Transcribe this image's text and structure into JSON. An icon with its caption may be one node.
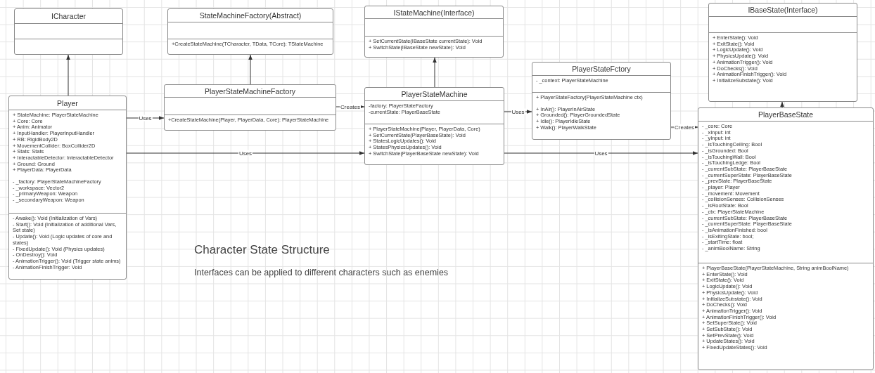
{
  "diagram": {
    "nodes": [
      {
        "text": [
          "ICharacter"
        ]
      },
      {
        "text": [
          "StateMachineFactory(Abstract)",
          "+CreateStateMachine(TCharacter, TData, TCore): TStateMachine"
        ]
      },
      {
        "text": [
          "IStateMachine(Interface)",
          "+ SetCurrentState(IBaseState currentState): Void",
          "+ SwitchState(IBaseState newState): Void"
        ]
      },
      {
        "text": [
          "IBaseState(Interface)",
          "+ EnterState(): Void",
          "+ ExitState(): Void",
          "+ LogicUpdate(): Void",
          "+ PhysicsUpdate(): Void",
          "+ AnimationTrigger(): Void",
          "+ DoChecks(): Void",
          "+ AnimationFinishTrigger(): Void",
          "+ InitializeSubstate(): Void"
        ]
      },
      {
        "text": [
          "Player",
          "+ StateMachine: PlayerStateMachine",
          "+ Core: Core",
          "+ Anim: Animator",
          "+ InputHandler: PlayerInputHandler",
          "+ RB: RigidBody2D",
          "+ MovementCollider: BoxCollider2D",
          "+ Stats: Stats",
          "+ InteractableDetector: InteractableDetector",
          "+ Ground: Ground",
          "+ PlayerData: PlayerData",
          "- _factory: PlayerStateMachineFactory",
          "- _workspace: Vector2",
          "- _primaryWeapon: Weapon",
          "- _secondaryWeapon: Weapon",
          "- Awake(): Void (Initialization of Vars)",
          "- Start(): Void (Initialization of additional Vars, Set state)",
          "- Update(): Void (Logic updates of core and states)",
          "- FixedUpdate(): Void (Physics updates)",
          "- OnDestroy(): Void",
          "- AnimationTrigger(): Void (Trigger state anims)",
          "- AnimationFinishTrigger: Void"
        ]
      },
      {
        "text": [
          "PlayerStateMachineFactory",
          "+CreateStateMachine(Player, PlayerData, Core): PlayerStateMachine"
        ]
      },
      {
        "text": [
          "PlayerStateMachine",
          "-factory: PlayerStateFactory",
          "-currentState: PlayerBaseState",
          "+ PlayerStateMachine(Player, PlayerData, Core)",
          "+ SetCurrentState(PlayerBaseState): Void",
          "+ StatesLogicUpdates(): Void",
          "+ StatesPhysicsUpdates(): Void",
          "+ SwitchState(PlayerBaseState newState): Void"
        ]
      },
      {
        "text": [
          "PlayerStateFctory",
          "- _context: PlayerStateMachine",
          "+ PlayerStateFactory(PlayerStateMachine ctx)",
          "+ InAir(): PlayerInAirState",
          "+ Grounded(): PlayerGroundedState",
          "+ Idle(): PlayerIdleState",
          "+ Walk(): PlayerWalkState"
        ]
      },
      {
        "text": [
          "PlayerBaseState",
          "- _core: Core",
          "- _xInput: int",
          "- _yInput: int",
          "- _isTouchingCeiling: Bool",
          "- _isGrounded: Bool",
          "- _isTouchingWall: Bool",
          "- _isTouchingLedge: Bool",
          "- _currentSubState: PlayerBaseState",
          "- _currentSuperState: PlayerBaseState",
          "- _prevState: PlayerBaseState",
          "- _player: Player",
          "- _movement: Movement",
          "- _collisionSenses: CollisionSenses",
          "- _isRootState: Bool",
          "- _ctx: PlayerStateMachine",
          "- _currentSubState: PlayerBaseState",
          "- _currentSuperState: PlayerBaseState",
          "- _isAnimationFinished: bool",
          "- _isExitingState: bool;",
          "- _startTime: float",
          "- _animBoolName: String",
          "+ PlayerBaseState(PlayerStateMachine, String animBoolName)",
          "+ EnterState(): Void",
          "+ ExitState(): Void",
          "+ LogicUpdate(): Void",
          "+ PhysicsUpdate(): Void",
          "+ InitializeSubstate(): Void",
          "+ DoChecks(): Void",
          "+ AnimationTrigger(): Void",
          "+ AnimationFinishTrigger(): Void",
          "+ SetSuperState(): Void",
          "+ SetSubState(): Void",
          "+ SetPrevState(): Void",
          "+ UpdateStates(): Void",
          "+ FixedUpdateStates(): Void"
        ]
      }
    ],
    "edges": [
      {
        "from": 4,
        "to": 0,
        "arrow": "to"
      },
      {
        "from": 5,
        "to": 1,
        "arrow": "to"
      },
      {
        "from": 6,
        "to": 2,
        "arrow": "to"
      },
      {
        "from": 8,
        "to": 3,
        "arrow": "to"
      },
      {
        "from": 4,
        "to": 5,
        "arrow": "to",
        "label": "Uses"
      },
      {
        "from": 5,
        "to": 6,
        "arrow": "to",
        "label": "Creates"
      },
      {
        "from": 4,
        "to": 6,
        "arrow": "to",
        "label": "Uses"
      },
      {
        "from": 6,
        "to": 7,
        "arrow": "to",
        "label": "Uses"
      },
      {
        "from": 7,
        "to": 8,
        "arrow": "to",
        "label": "Creates"
      },
      {
        "from": 6,
        "to": 8,
        "arrow": "to",
        "label": "Uses"
      }
    ],
    "title": "Character State Structure",
    "caption": "Interfaces can be applied to different characters such as enemies"
  }
}
